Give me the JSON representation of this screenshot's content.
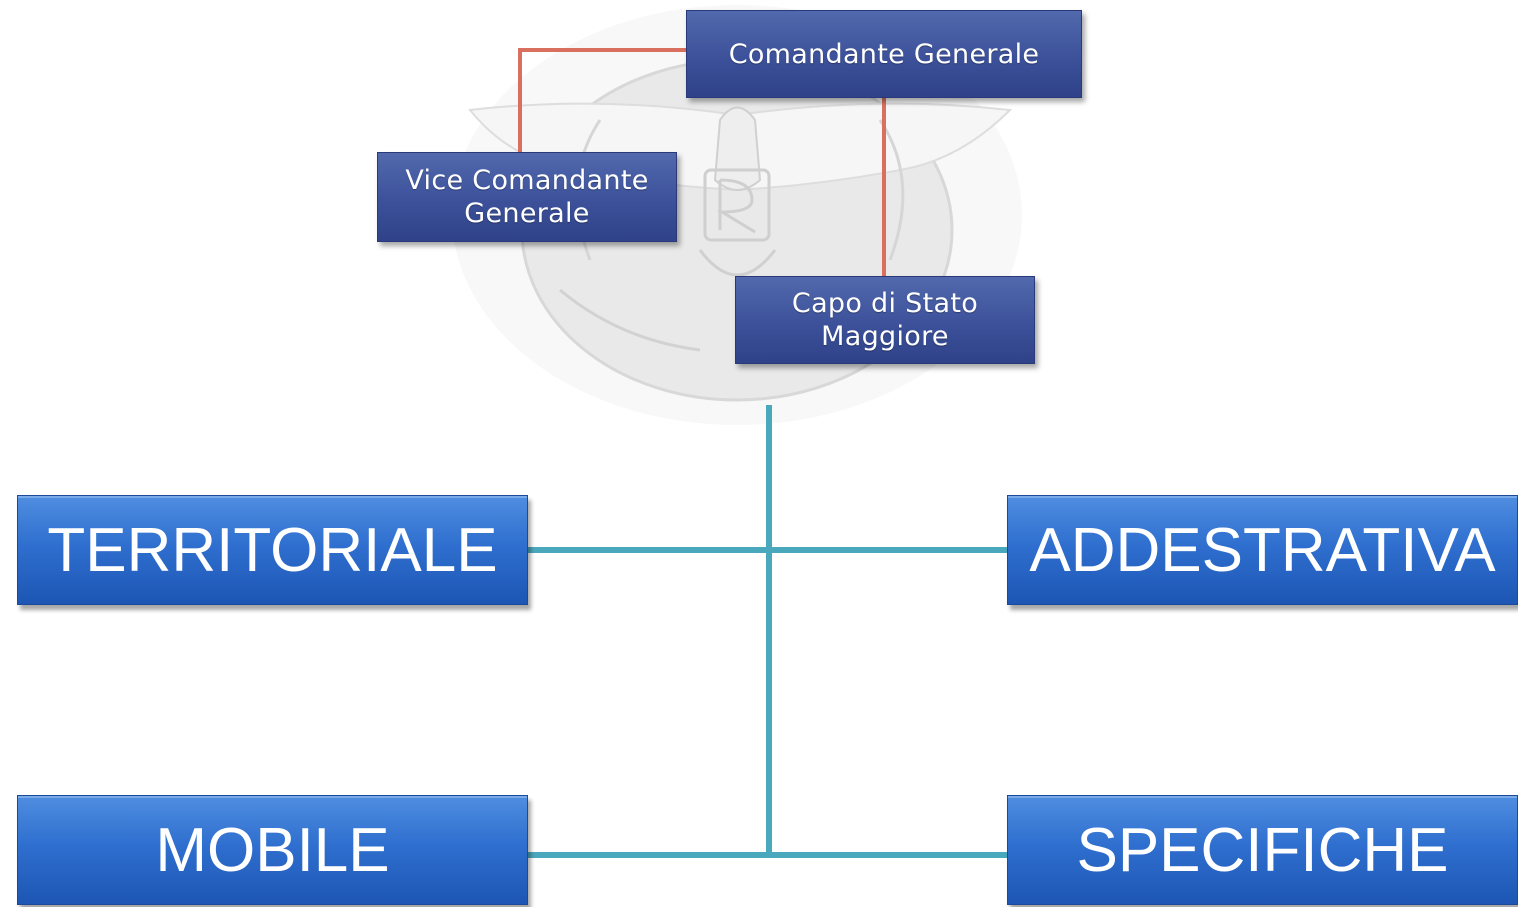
{
  "top": {
    "comandante": "Comandante Generale",
    "vice_line1": "Vice Comandante",
    "vice_line2": "Generale",
    "capo_line1": "Capo di Stato",
    "capo_line2": "Maggiore"
  },
  "branches": {
    "territoriale": "TERRITORIALE",
    "addestrativa": "ADDESTRATIVA",
    "mobile": "MOBILE",
    "specifiche": "SPECIFICHE"
  },
  "colors": {
    "top_box": "#3c519a",
    "branch_box": "#2f6fcf",
    "top_connector": "#d9705f",
    "bottom_connector": "#4aa8bd"
  }
}
